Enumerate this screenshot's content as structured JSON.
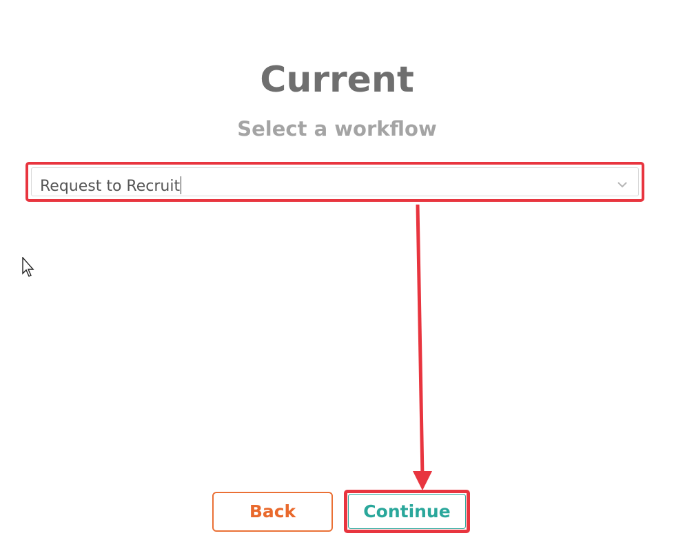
{
  "header": {
    "title": "Current",
    "subtitle": "Select a workflow"
  },
  "workflow_select": {
    "value": "Request to Recruit",
    "icon": "chevron-down-icon"
  },
  "actions": {
    "back_label": "Back",
    "continue_label": "Continue"
  },
  "colors": {
    "highlight": "#e8353f",
    "back": "#e9692c",
    "continue": "#2aa79b",
    "title": "#6f6f6f",
    "subtitle": "#a4a4a4"
  }
}
